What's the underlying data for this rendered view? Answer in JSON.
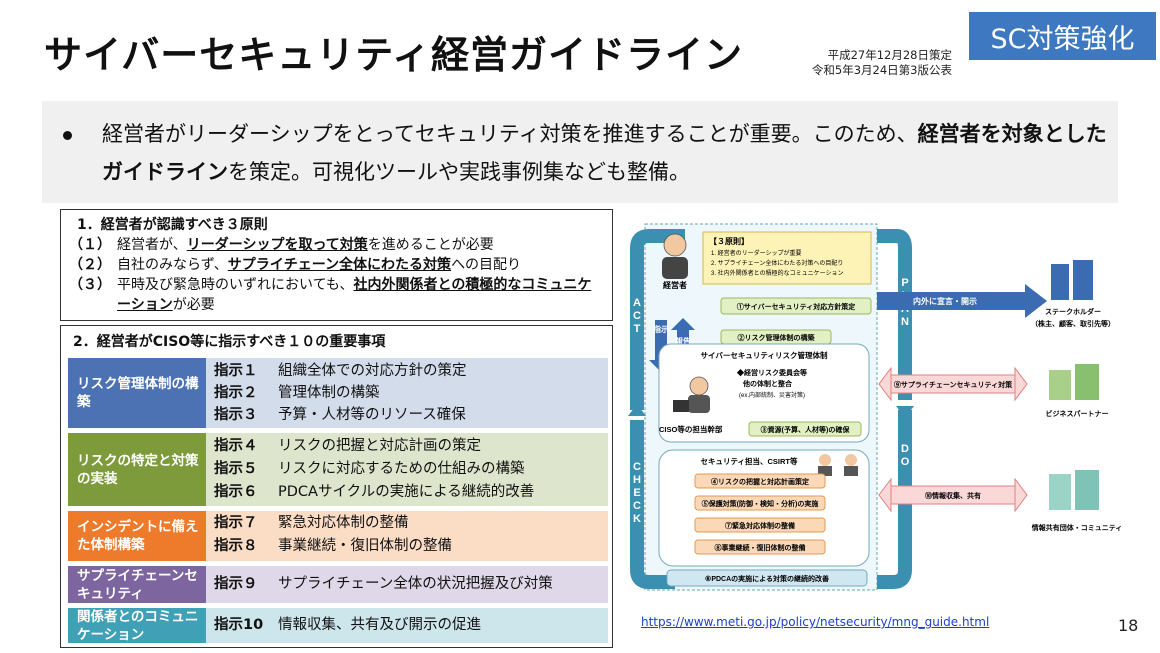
{
  "title": "サイバーセキュリティ経営ガイドライン",
  "dates": [
    "平成27年12月28日策定",
    "令和5年3月24日第3版公表"
  ],
  "tag": "SC対策強化",
  "summary": {
    "part1": "経営者がリーダーシップをとってセキュリティ対策を推進することが重要。このため、",
    "bold": "経営者を対象としたガイドライン",
    "part2": "を策定。可視化ツールや実践事例集なども整備。"
  },
  "principles": {
    "heading": "1．経営者が認識すべき３原則",
    "items": [
      {
        "num": "（１）",
        "pre": "経営者が、",
        "em": "リーダーシップを取って対策",
        "post": "を進めることが必要"
      },
      {
        "num": "（２）",
        "pre": "自社のみならず、",
        "em": "サプライチェーン全体にわたる対策",
        "post": "への目配り"
      },
      {
        "num": "（３）",
        "pre": "平時及び緊急時のいずれにおいても、",
        "em": "社内外関係者との積極的なコミュニケーション",
        "post": "が必要"
      }
    ]
  },
  "directives": {
    "heading": "2．経営者がCISO等に指示すべき１０の重要事項",
    "categories": [
      {
        "label": "リスク管理体制の構築",
        "color": "#4d72b3",
        "band": "#d3dceb",
        "items": [
          {
            "no": "指示１",
            "text": "組織全体での対応方針の策定"
          },
          {
            "no": "指示２",
            "text": "管理体制の構築"
          },
          {
            "no": "指示３",
            "text": "予算・人材等のリソース確保"
          }
        ]
      },
      {
        "label": "リスクの特定と対策の実装",
        "color": "#7e9b3c",
        "band": "#dde5cd",
        "items": [
          {
            "no": "指示４",
            "text": "リスクの把握と対応計画の策定"
          },
          {
            "no": "指示５",
            "text": "リスクに対応するための仕組みの構築"
          },
          {
            "no": "指示６",
            "text": "PDCAサイクルの実施による継続的改善"
          }
        ]
      },
      {
        "label": "インシデントに備えた体制構築",
        "color": "#ee7a2c",
        "band": "#fbdcc5",
        "items": [
          {
            "no": "指示７",
            "text": "緊急対応体制の整備"
          },
          {
            "no": "指示８",
            "text": "事業継続・復旧体制の整備"
          }
        ]
      },
      {
        "label": "サプライチェーンセキュリティ",
        "color": "#7d65a0",
        "band": "#dfd8e8",
        "items": [
          {
            "no": "指示９",
            "text": "サプライチェーン全体の状況把握及び対策"
          }
        ]
      },
      {
        "label": "関係者とのコミュニケーション",
        "color": "#3fa0b6",
        "band": "#cde6ec",
        "items": [
          {
            "no": "指示10",
            "text": "情報収集、共有及び開示の促進"
          }
        ]
      }
    ]
  },
  "diagram": {
    "principles_box_title": "【３原則】",
    "principles_box_items": [
      "1. 経営者のリーダーシップが重要",
      "2. サプライチェーン全体にわたる対策への目配り",
      "3. 社内外関係者との積極的なコミュニケーション"
    ],
    "executive": "経営者",
    "instruct": "指示",
    "report": "報告",
    "step1": "①サイバーセキュリティ対応方針策定",
    "step2": "②リスク管理体制の構築",
    "risk_org": "サイバーセキュリティリスク管理体制",
    "committee": [
      "◆経営リスク委員会等",
      "他の体制と整合",
      "(ex.内部統制、災害対策)"
    ],
    "ciso": "CISO等の担当幹部",
    "step3": "③資源(予算、人材等)の確保",
    "csirt": "セキュリティ担当、CSIRT等",
    "step4": "④リスクの把握と対応計画策定",
    "step5": "⑤保護対策(防御・検知・分析)の実施",
    "step7": "⑦緊急対応体制の整備",
    "step8": "⑧事業継続・復旧体制の整備",
    "step6": "⑥PDCAの実施による対策の継続的改善",
    "plan": "PLAN",
    "do": "DO",
    "act": "ACT",
    "check": "CHECK",
    "disclose": "内外に宣言・開示",
    "stakeholder": "ステークホルダー",
    "stakeholder_sub": "（株主、顧客、取引先等）",
    "step9": "⑨サプライチェーンセキュリティ対策",
    "partner": "ビジネスパートナー",
    "step10": "⑩情報収集、共有",
    "community": "情報共有団体・コミュニティ"
  },
  "url": "https://www.meti.go.jp/policy/netsecurity/mng_guide.html",
  "page_number": "18"
}
